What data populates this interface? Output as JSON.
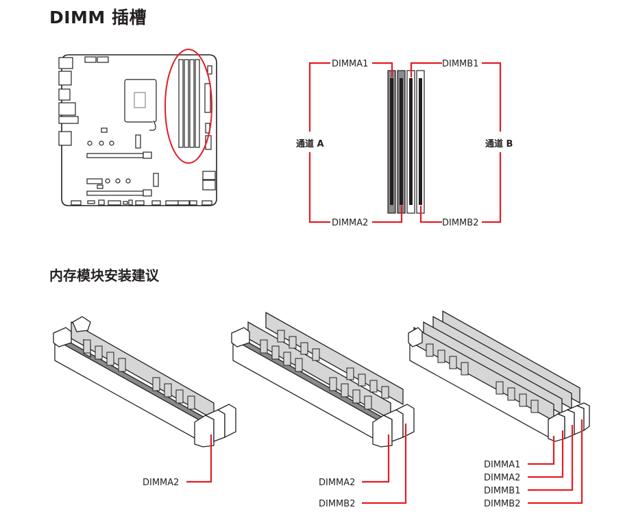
{
  "page": {
    "title": "DIMM 插槽",
    "subtitle": "内存模块安装建议"
  },
  "slot_diagram": {
    "channel_a_label": "通道 A",
    "channel_b_label": "通道 B",
    "slots": [
      {
        "name": "DIMMA1",
        "channel": "A"
      },
      {
        "name": "DIMMA2",
        "channel": "A"
      },
      {
        "name": "DIMMB1",
        "channel": "B"
      },
      {
        "name": "DIMMB2",
        "channel": "B"
      }
    ]
  },
  "install_recommendations": [
    {
      "module_count": 1,
      "labels": [
        "DIMMA2"
      ]
    },
    {
      "module_count": 2,
      "labels": [
        "DIMMA2",
        "DIMMB2"
      ]
    },
    {
      "module_count": 4,
      "labels": [
        "DIMMA1",
        "DIMMA2",
        "DIMMB1",
        "DIMMB2"
      ]
    }
  ],
  "colors": {
    "accent": "#e31b23",
    "line": "#231f20",
    "module_fill": "#d6d6d6",
    "slot_grey": "#8a8a8a"
  }
}
